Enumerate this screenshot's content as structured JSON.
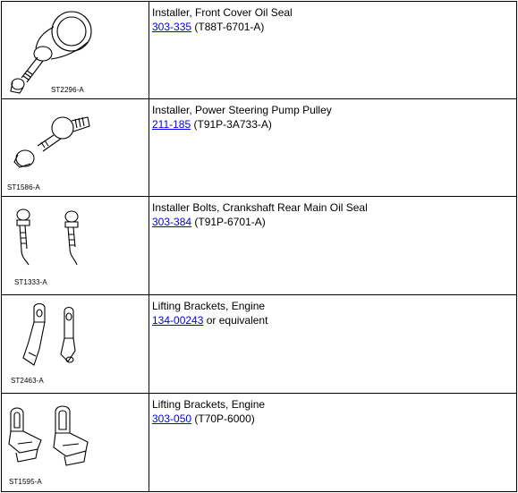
{
  "tools": [
    {
      "name": "Installer, Front Cover Oil Seal",
      "tool_number": "303-335",
      "part_number": " (T88T-6701-A)",
      "illustration_code": "ST2296-A",
      "illustration_icon": "seal-installer-icon"
    },
    {
      "name": "Installer, Power Steering Pump Pulley",
      "tool_number": "211-185",
      "part_number": " (T91P-3A733-A)",
      "illustration_code": "ST1586-A",
      "illustration_icon": "pulley-installer-icon"
    },
    {
      "name": "Installer Bolts, Crankshaft Rear Main Oil Seal",
      "tool_number": "303-384",
      "part_number": " (T91P-6701-A)",
      "illustration_code": "ST1333-A",
      "illustration_icon": "installer-bolts-icon"
    },
    {
      "name": "Lifting Brackets, Engine",
      "tool_number": "134-00243",
      "part_number": " or equivalent",
      "illustration_code": "ST2463-A",
      "illustration_icon": "lifting-bracket-icon"
    },
    {
      "name": "Lifting Brackets, Engine",
      "tool_number": "303-050",
      "part_number": " (T70P-6000)",
      "illustration_code": "ST1595-A",
      "illustration_icon": "lifting-bracket-pair-icon"
    }
  ]
}
